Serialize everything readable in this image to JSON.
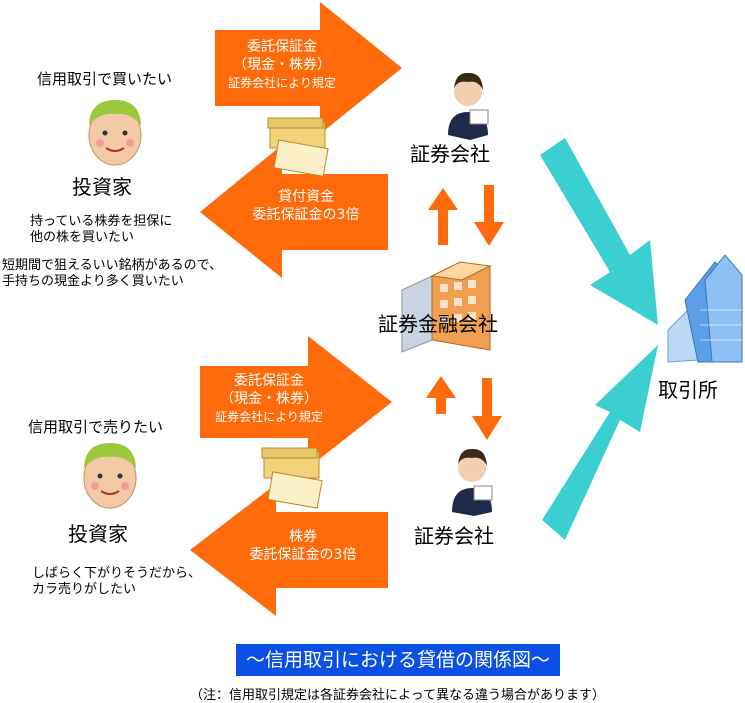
{
  "colors": {
    "orange": "#ff6a0a",
    "teal": "#3ccfd1",
    "caption_bg": "#0a50e6",
    "building_blue": "#5a9fe8"
  },
  "top": {
    "want_label": "信用取引で買いたい",
    "investor_label": "投資家",
    "reason_1": "持っている株券を担保に",
    "reason_2": "他の株を買いたい",
    "reason_3": "短期間で狙えるいい銘柄があるので、",
    "reason_4": "手持ちの現金より多く買いたい",
    "arrow_right": {
      "line1": "委託保証金",
      "line2": "（現金・株券）",
      "line3": "証券会社により規定"
    },
    "arrow_left": {
      "line1": "貸付資金",
      "line2": "委託保証金の3倍"
    },
    "broker_label": "証券会社"
  },
  "center": {
    "finance_label": "証券金融会社"
  },
  "bottom": {
    "want_label": "信用取引で売りたい",
    "investor_label": "投資家",
    "reason_1": "しばらく下がりそうだから、",
    "reason_2": "カラ売りがしたい",
    "arrow_right": {
      "line1": "委託保証金",
      "line2": "（現金・株券）",
      "line3": "証券会社により規定"
    },
    "arrow_left": {
      "line1": "株券",
      "line2": "委託保証金の3倍"
    },
    "broker_label": "証券会社"
  },
  "exchange_label": "取引所",
  "caption": "〜信用取引における貸借の関係図〜",
  "note": "（注：信用取引規定は各証券会社によって異なる違う場合があります）",
  "icons": [
    "investor-face-icon",
    "businesswoman-icon",
    "money-bundle-icon",
    "office-building-icon",
    "exchange-tower-icon"
  ]
}
